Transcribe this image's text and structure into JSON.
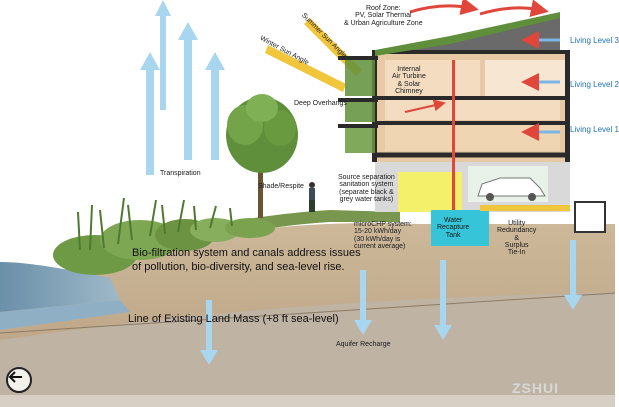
{
  "labels": {
    "roof_zone": "Roof Zone:\nPV, Solar Thermal\n& Urban Agriculture Zone",
    "winter_sun": "Winter Sun Angle",
    "summer_sun": "Summer Sun Angle",
    "deep_overhangs": "Deep Overhangs",
    "internal_air": "Internal\nAir Turbine\n& Solar\nChimney",
    "living_3": "Living Level 3",
    "living_2": "Living Level 2",
    "living_1": "Living Level 1",
    "transpiration": "Transpiration",
    "shade": "Shade/Respite",
    "source_sep": "Source separation\nsanitation system\n(separate black &\ngrey water tanks)",
    "microchp": "microCHP system:\n15-20 kWh/day\n(30 kWh/day is\ncurrent average)",
    "water_tank": "Water\nRecapture\nTank",
    "utility": "Utility\nRedundancy\n&\nSurplus\nTie-In",
    "biofiltration": "Bio-filtration system and canals address issues of pollution, bio-diversity, and sea-level rise.",
    "land_mass": "Line of Existing Land Mass (+8 ft sea-level)",
    "aquifer": "Aquifer Recharge"
  },
  "watermark": "ZSHUI",
  "back_icon": "arrow-left-icon"
}
